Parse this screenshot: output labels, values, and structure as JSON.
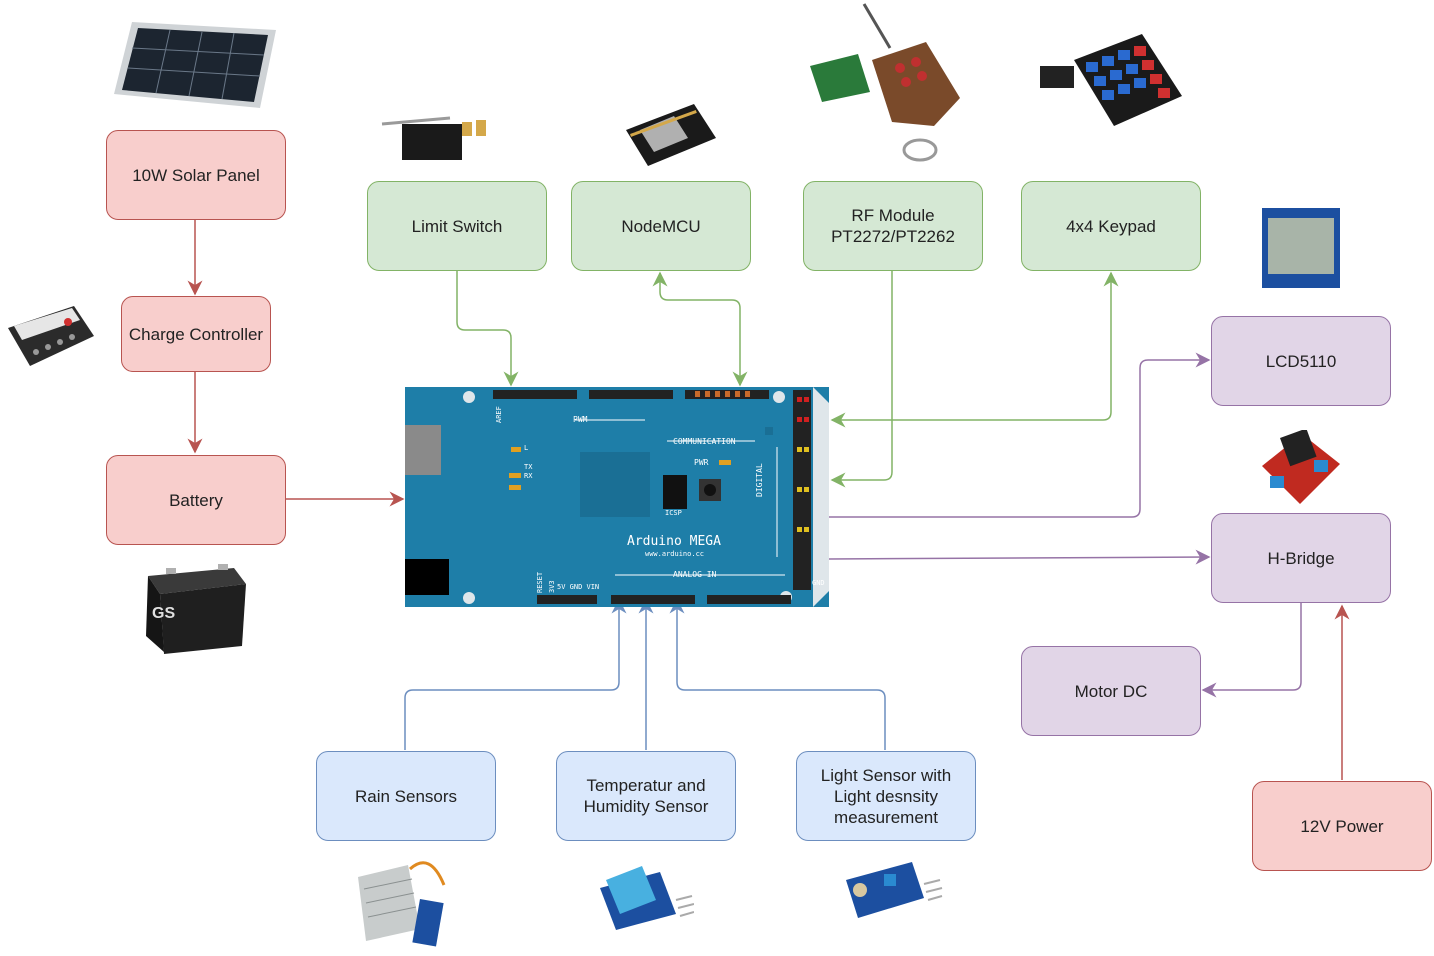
{
  "colors": {
    "red_fill": "#f8cecc",
    "red_stroke": "#b85450",
    "green_fill": "#d5e8d4",
    "green_stroke": "#82b366",
    "purple_fill": "#e1d5e7",
    "purple_stroke": "#9673a6",
    "blue_fill": "#dae8fc",
    "blue_stroke": "#6c8ebf",
    "board": "#1e7ea8"
  },
  "nodes": {
    "solar_panel": "10W Solar Panel",
    "charge_controller": "Charge Controller",
    "battery": "Battery",
    "limit_switch": "Limit Switch",
    "nodemcu": "NodeMCU",
    "rf_module": "RF Module\nPT2272/PT2262",
    "keypad": "4x4 Keypad",
    "lcd": "LCD5110",
    "hbridge": "H-Bridge",
    "motor_dc": "Motor DC",
    "power_12v": "12V Power",
    "rain_sensor": "Rain Sensors",
    "temp_humidity": "Temperatur and\nHumidity Sensor",
    "light_sensor": "Light Sensor with\nLight desnsity\nmeasurement"
  },
  "arduino": {
    "name": "Arduino MEGA",
    "site": "www.arduino.cc",
    "pwm": "PWM",
    "communication": "COMMUNICATION",
    "analog_in": "ANALOG IN",
    "digital": "DIGITAL",
    "pwr": "PWR",
    "icsp": "ICSP",
    "led_l": "L",
    "led_tx": "TX",
    "led_rx": "RX",
    "reset": "RESET",
    "power_pins": "5V GND VIN",
    "v33": "3V3",
    "gnd": "GND",
    "aref": "AREF"
  },
  "icons": {
    "solar_panel": "solar-panel-icon",
    "charge_controller": "charge-controller-icon",
    "battery": "battery-icon",
    "limit_switch": "microswitch-icon",
    "nodemcu": "nodemcu-board-icon",
    "rf_module": "rf-remote-icon",
    "keypad": "keypad-icon",
    "lcd": "lcd-module-icon",
    "hbridge": "hbridge-module-icon",
    "rain_sensor": "rain-sensor-icon",
    "temp_humidity": "dht-sensor-icon",
    "light_sensor": "ldr-sensor-icon"
  }
}
